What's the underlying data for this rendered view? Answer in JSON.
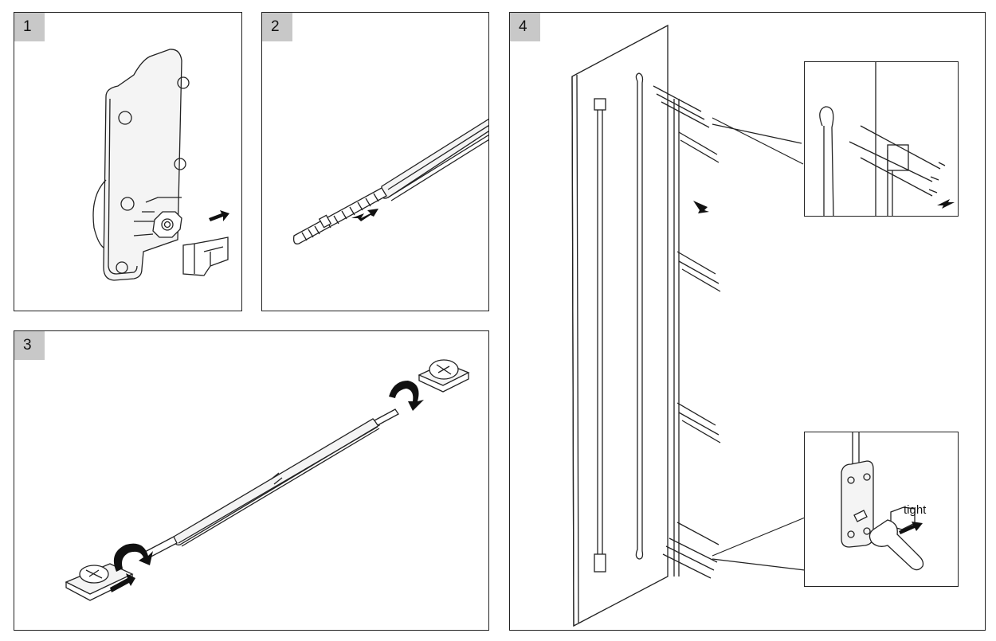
{
  "steps": [
    {
      "number": "1"
    },
    {
      "number": "2"
    },
    {
      "number": "3"
    },
    {
      "number": "4"
    }
  ],
  "annotations": {
    "tight_label": "tight"
  },
  "colors": {
    "line": "#222222",
    "badge": "#c8c8c8",
    "arrow": "#111111",
    "part_fill": "#f4f4f4"
  }
}
